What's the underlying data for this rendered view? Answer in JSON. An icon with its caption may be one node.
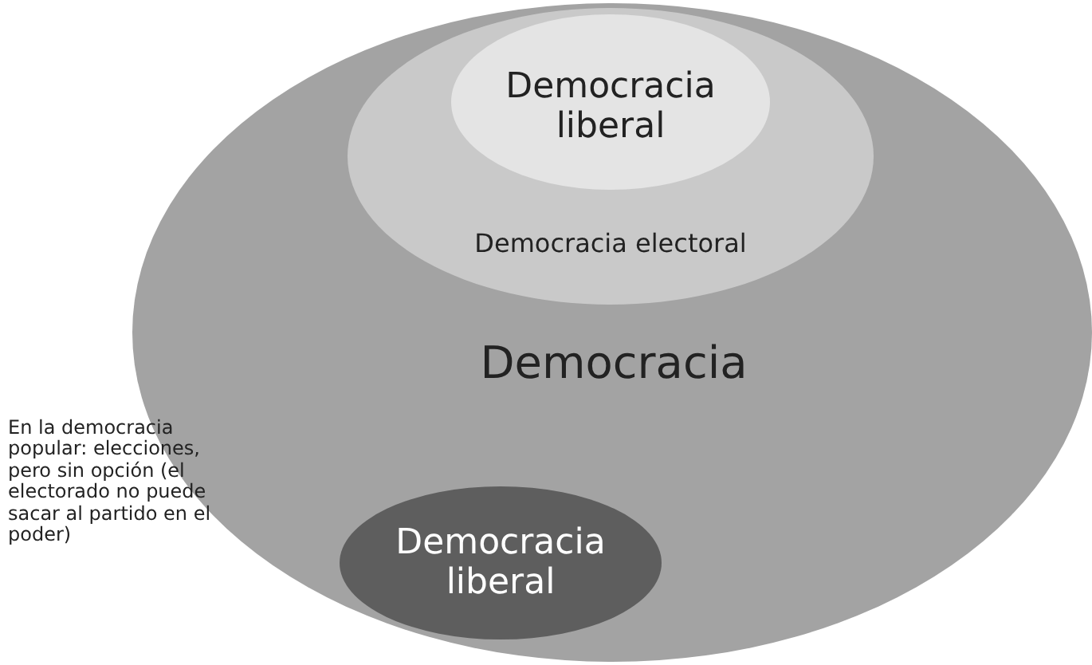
{
  "diagram": {
    "nodes": [
      {
        "text": [
          "Democracia"
        ]
      },
      {
        "text": [
          "Democracia electoral"
        ],
        "in": 0
      },
      {
        "text": [
          "Democracia liberal"
        ],
        "in": 1
      },
      {
        "text": [
          "Democracia liberal"
        ],
        "in": 0
      }
    ],
    "labels": [
      "En la democracia popular: elecciones, pero sin opción (el electorado no puede sacar al partido en el poder)"
    ]
  }
}
